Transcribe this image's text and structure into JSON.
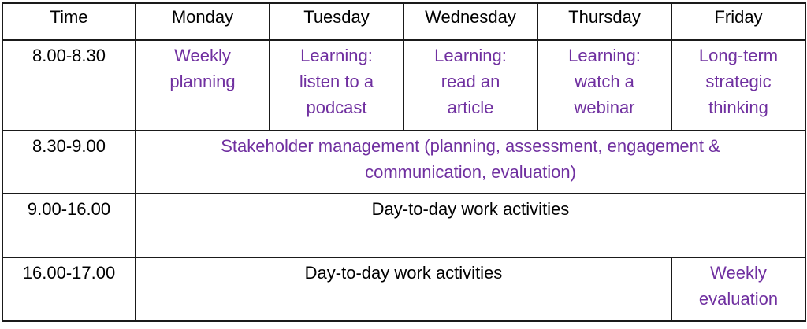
{
  "colors": {
    "activity_accent": "#7030a0",
    "text": "#000000",
    "border": "#1a1a1a"
  },
  "header": [
    "Time",
    "Monday",
    "Tuesday",
    "Wednesday",
    "Thursday",
    "Friday"
  ],
  "rows": [
    {
      "time": "8.00-8.30",
      "cells": [
        [
          "Weekly",
          "planning"
        ],
        [
          "Learning:",
          "listen to a",
          "podcast"
        ],
        [
          "Learning:",
          "read an",
          "article"
        ],
        [
          "Learning:",
          "watch a",
          "webinar"
        ],
        [
          "Long-term",
          "strategic",
          "thinking"
        ]
      ]
    },
    {
      "time": "8.30-9.00",
      "span_all": [
        "Stakeholder management (planning, assessment, engagement &",
        "communication, evaluation)"
      ]
    },
    {
      "time": "9.00-16.00",
      "span_all": "Day-to-day work activities"
    },
    {
      "time": "16.00-17.00",
      "span_mon_thu": "Day-to-day work activities",
      "friday": [
        "Weekly",
        "evaluation"
      ]
    }
  ]
}
